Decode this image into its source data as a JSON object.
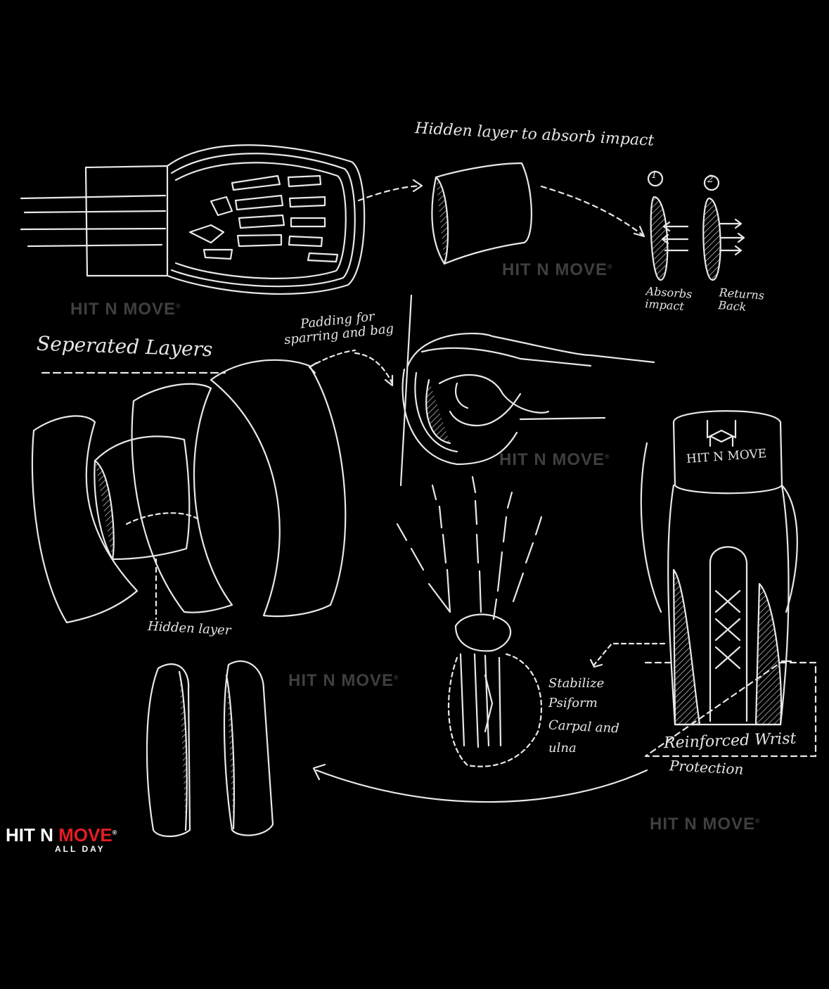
{
  "labels": {
    "hidden_layer_absorb": "Hidden layer to absorb impact",
    "num1": "1",
    "num2": "2",
    "absorbs": "Absorbs impact",
    "returns": "Returns Back",
    "padding": "Padding for sparring and bag",
    "separated": "Seperated Layers",
    "hidden_layer": "Hidden layer",
    "stabilize": [
      "Stabilize",
      "Psiform",
      "Carpal and",
      "ulna"
    ],
    "reinforced": "Reinforced Wrist",
    "protection": "Protection",
    "glove_brand": "HIT N MOVE"
  },
  "watermarks": [
    "HIT N MOVE",
    "HIT N MOVE",
    "HIT N MOVE",
    "HIT N MOVE",
    "HIT N MOVE"
  ],
  "logo": {
    "brand_white": "HIT N ",
    "brand_red": "MOVE",
    "tagline": "ALL DAY",
    "reg": "®"
  },
  "colors": {
    "background": "#000000",
    "ink": "#e8e8e8",
    "brand_red": "#e51c24",
    "watermark": "#3f3f3f"
  }
}
